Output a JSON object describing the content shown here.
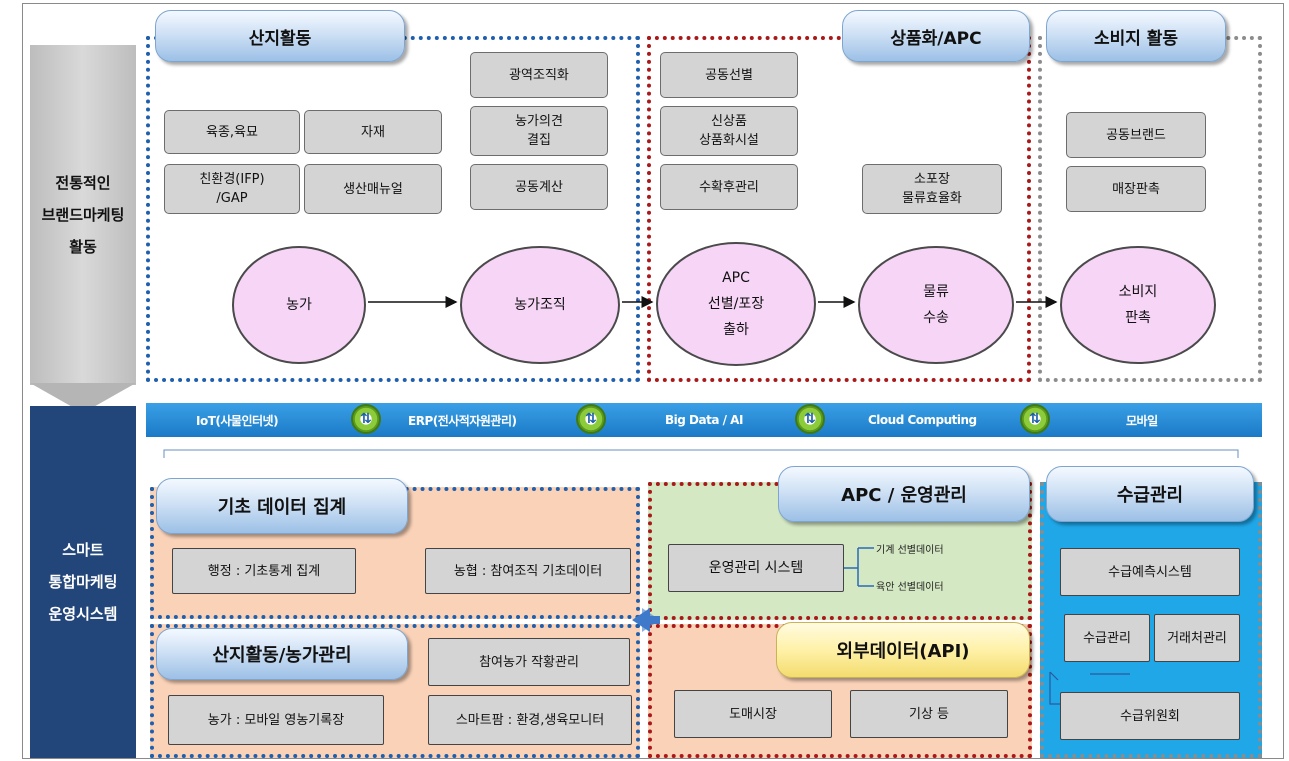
{
  "left": {
    "top_label": "전통적인\n브랜드마케팅\n활동",
    "bottom_label": "스마트\n통합마케팅\n운영시스템"
  },
  "traditional": {
    "sections": {
      "production": "산지활동",
      "commercialization": "상품화/APC",
      "consumer": "소비지 활동"
    },
    "boxes": {
      "breeding": "육종,육묘",
      "materials": "자재",
      "eco": "친환경(IFP)\n/GAP",
      "manual": "생산매뉴얼",
      "regional": "광역조직화",
      "opinion": "농가의견\n결집",
      "joint_calc": "공동계산",
      "joint_sort": "공동선별",
      "new_product": "신상품\n상품화시설",
      "postharvest": "수확후관리",
      "packaging": "소포장\n물류효율화",
      "brand": "공동브랜드",
      "promotion": "매장판촉"
    },
    "flow": {
      "farm": "농가",
      "farm_org": "농가조직",
      "apc": "APC\n선별/포장\n출하",
      "logistics": "물류\n수송",
      "consumer": "소비지\n판촉"
    }
  },
  "tech_bar": {
    "items": [
      "IoT(사물인터넷)",
      "ERP(전사적자원관리)",
      "Big Data / AI",
      "Cloud Computing",
      "모바일"
    ],
    "colors": {
      "bar": "#2a8fd8",
      "bar_dark": "#1a6fb4"
    }
  },
  "smart": {
    "basic_data": {
      "title": "기초 데이터 집계",
      "admin": "행정 : 기초통계 집계",
      "nh": "농협 : 참여조직 기초데이터"
    },
    "farm_mgmt": {
      "title": "산지활동/농가관리",
      "participating": "참여농가 작황관리",
      "farm_mobile": "농가 : 모바일 영농기록장",
      "smartfarm": "스마트팜 : 환경,생육모니터"
    },
    "apc_ops": {
      "title": "APC / 운영관리",
      "system": "운영관리 시스템",
      "machine": "기계 선별데이터",
      "visual": "육안 선별데이터"
    },
    "external": {
      "title": "외부데이터(API)",
      "wholesale": "도매시장",
      "weather": "기상 등"
    },
    "supply": {
      "title": "수급관리",
      "forecast": "수급예측시스템",
      "mgmt": "수급관리",
      "partner": "거래처관리",
      "committee": "수급위원회"
    },
    "colors": {
      "peach": "#fad2b8",
      "green": "#d4e8c3",
      "blue": "#1fa7e8"
    }
  }
}
